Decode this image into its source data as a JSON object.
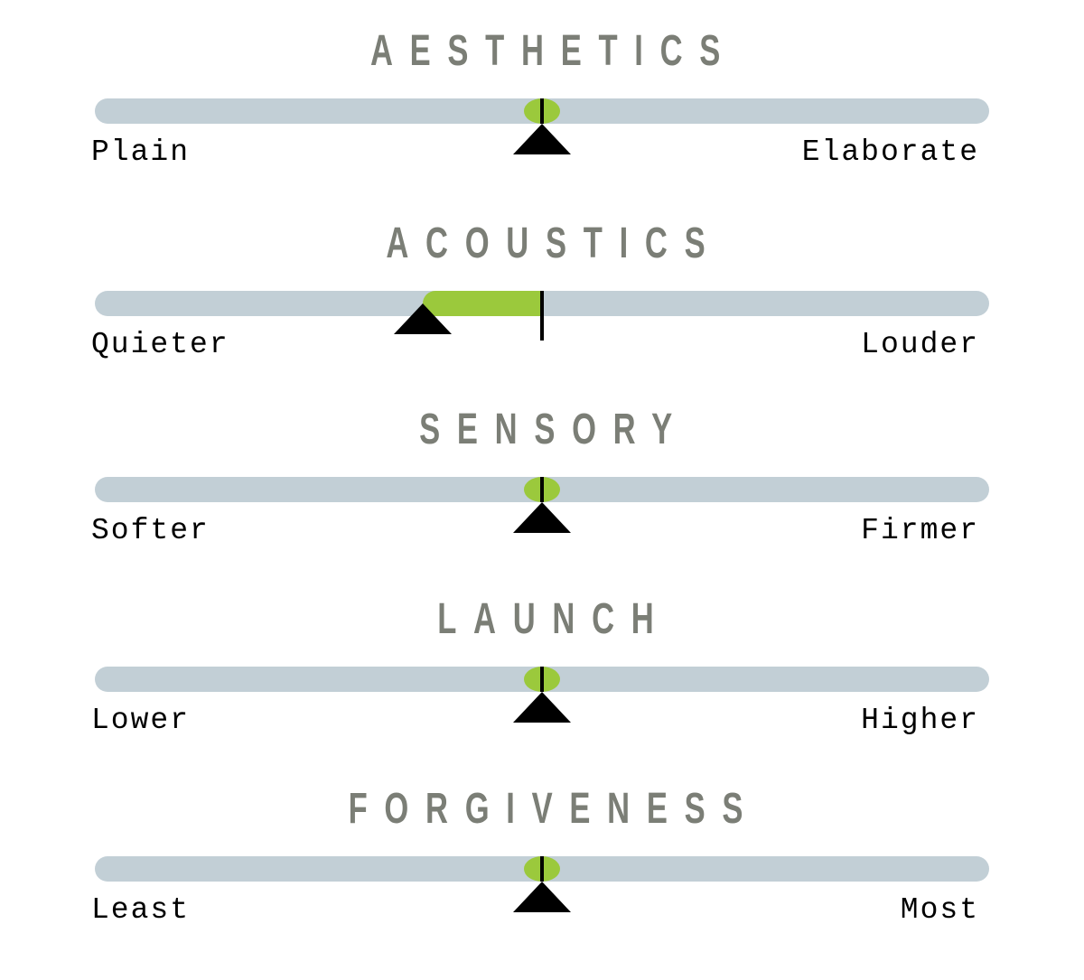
{
  "colors": {
    "track": "#c2cfd6",
    "accent": "#9bc93c",
    "title": "#7b7e76",
    "marker": "#000000"
  },
  "scales": [
    {
      "title": "AESTHETICS",
      "left": "Plain",
      "right": "Elaborate",
      "value": 0.5
    },
    {
      "title": "ACOUSTICS",
      "left": "Quieter",
      "right": "Louder",
      "value": 0.367
    },
    {
      "title": "SENSORY",
      "left": "Softer",
      "right": "Firmer",
      "value": 0.5
    },
    {
      "title": "LAUNCH",
      "left": "Lower",
      "right": "Higher",
      "value": 0.5
    },
    {
      "title": "FORGIVENESS",
      "left": "Least",
      "right": "Most",
      "value": 0.5
    }
  ]
}
